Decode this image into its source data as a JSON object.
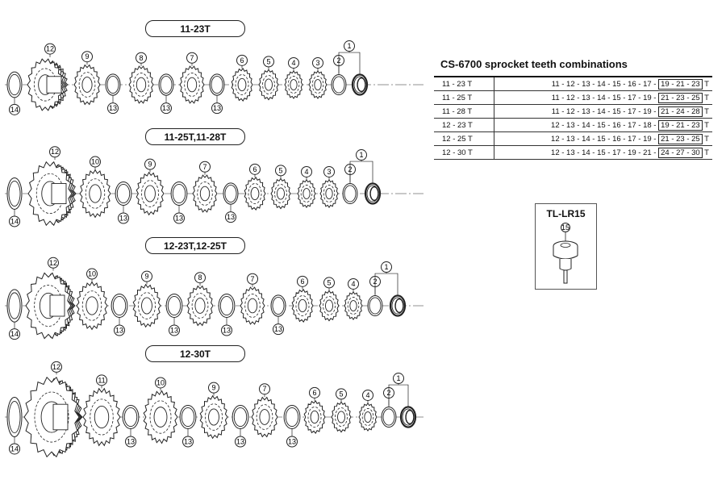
{
  "groups": [
    {
      "label": "11-23T",
      "parts": [
        "12",
        "9",
        "13",
        "8",
        "13",
        "7",
        "13",
        "6",
        "5",
        "4",
        "3",
        "2",
        "1"
      ]
    },
    {
      "label": "11-25T,11-28T",
      "parts": [
        "12",
        "10",
        "13",
        "9",
        "13",
        "7",
        "13",
        "6",
        "5",
        "4",
        "3",
        "2",
        "1"
      ]
    },
    {
      "label": "12-23T,12-25T",
      "parts": [
        "12",
        "10",
        "13",
        "9",
        "13",
        "8",
        "13",
        "7",
        "13",
        "6",
        "5",
        "4",
        "2",
        "1"
      ]
    },
    {
      "label": "12-30T",
      "parts": [
        "12",
        "11",
        "13",
        "10",
        "13",
        "9",
        "13",
        "7",
        "13",
        "6",
        "5",
        "4",
        "2",
        "1"
      ]
    }
  ],
  "spacer_label": "14",
  "combinations": {
    "title": "CS-6700 sprocket teeth combinations",
    "rows": [
      {
        "size": "11 - 23 T",
        "teeth": "11 - 12 - 13 - 14 - 15 - 16 - 17 - ",
        "boxed": "19 - 21 - 23",
        "suffix": " T"
      },
      {
        "size": "11 - 25 T",
        "teeth": "11 - 12 - 13 - 14 - 15 - 17 - 19 - ",
        "boxed": "21 - 23 - 25",
        "suffix": " T"
      },
      {
        "size": "11 - 28 T",
        "teeth": "11 - 12 - 13 - 14 - 15 - 17 - 19 - ",
        "boxed": "21 - 24 - 28",
        "suffix": " T"
      },
      {
        "size": "12 - 23 T",
        "teeth": "12 - 13 - 14 - 15 - 16 - 17 - 18 - ",
        "boxed": "19 - 21 - 23",
        "suffix": " T"
      },
      {
        "size": "12 - 25 T",
        "teeth": "12 - 13 - 14 - 15 - 16 - 17 - 19 - ",
        "boxed": "21 - 23 - 25",
        "suffix": " T"
      },
      {
        "size": "12 - 30 T",
        "teeth": "12 - 13 - 14 - 15 - 17 - 19 - 21 - ",
        "boxed": "24 - 27 - 30",
        "suffix": " T"
      }
    ]
  },
  "tool": {
    "label": "TL-LR15",
    "part": "15"
  },
  "colors": {
    "line": "#222222",
    "fill": "#ffffff"
  }
}
